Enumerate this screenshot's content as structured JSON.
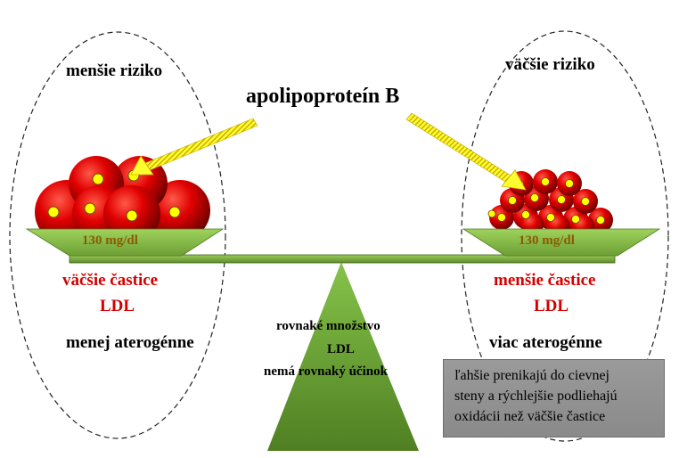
{
  "left_group": {
    "risk": "menšie riziko",
    "particles": "väčšie častice",
    "ldl": "LDL",
    "atherogenic": "menej aterogénne",
    "dose": "130 mg/dl"
  },
  "right_group": {
    "risk": "väčšie riziko",
    "particles": "menšie častice",
    "ldl": "LDL",
    "atherogenic": "viac aterogénne",
    "dose": "130 mg/dl"
  },
  "center": {
    "apolipoprotein": "apolipoproteín B",
    "line1": "rovnaké množstvo",
    "line2": "LDL",
    "line3": "nemá rovnaký účinok"
  },
  "note": {
    "line1": "ľahšie prenikajú do cievnej",
    "line2": "steny a rýchlejšie podliehajú",
    "line3": "oxidácii než väčšie častice"
  },
  "colors": {
    "particle_red": "#e00000",
    "apoB_yellow": "#ffff00",
    "tray_green": "#8bc34a",
    "dose_text": "#8b5a00",
    "label_red": "#d40000"
  }
}
